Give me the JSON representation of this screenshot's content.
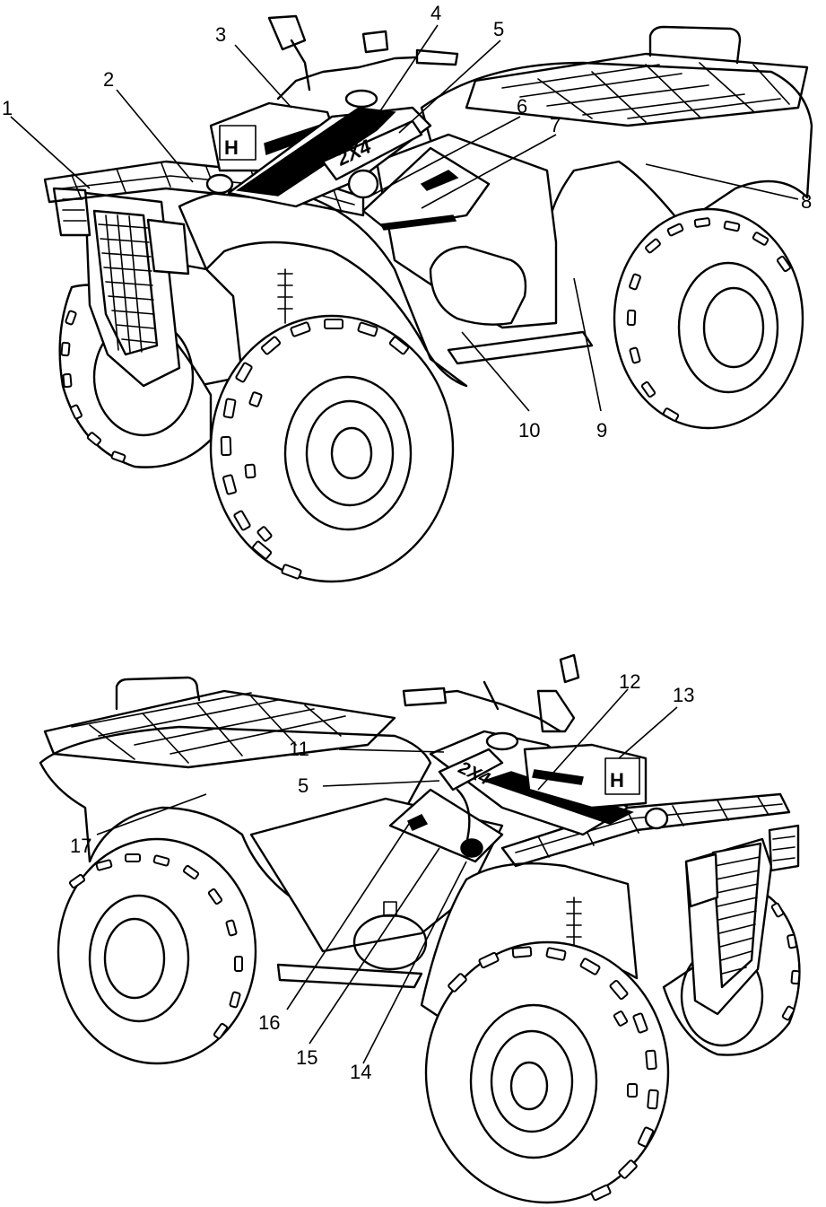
{
  "diagram": {
    "callouts_top": [
      "1",
      "2",
      "3",
      "4",
      "5",
      "6",
      "7",
      "8",
      "9",
      "10"
    ],
    "callouts_bottom": [
      "11",
      "12",
      "13",
      "5",
      "17",
      "16",
      "15",
      "14"
    ]
  }
}
